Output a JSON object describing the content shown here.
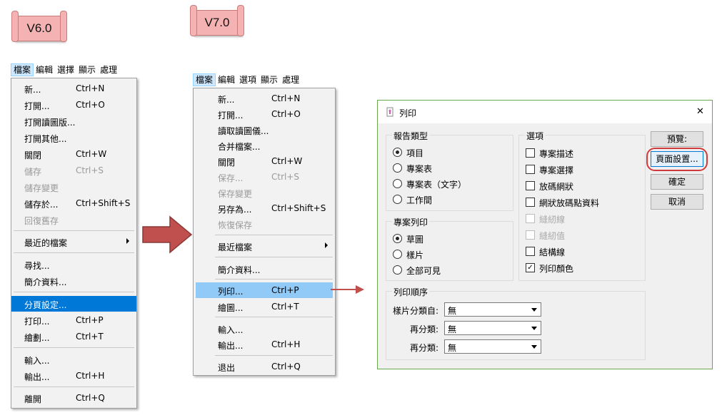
{
  "tags": {
    "v6": "V6.0",
    "v7": "V7.0"
  },
  "v6": {
    "menubar": [
      "檔案",
      "編輯",
      "選擇",
      "顯示",
      "處理"
    ],
    "items": [
      {
        "label": "新...",
        "shortcut": "Ctrl+N"
      },
      {
        "label": "打開...",
        "shortcut": "Ctrl+O"
      },
      {
        "label": "打開讀圖版...",
        "shortcut": ""
      },
      {
        "label": "打開其他...",
        "shortcut": ""
      },
      {
        "label": "關閉",
        "shortcut": "Ctrl+W"
      },
      {
        "label": "儲存",
        "shortcut": "Ctrl+S"
      },
      {
        "label": "儲存變更",
        "shortcut": ""
      },
      {
        "label": "儲存於...",
        "shortcut": "Ctrl+Shift+S"
      },
      {
        "label": "回復舊存",
        "shortcut": ""
      },
      {
        "label": "最近的檔案",
        "shortcut": ""
      },
      {
        "label": "尋找...",
        "shortcut": ""
      },
      {
        "label": "簡介資料...",
        "shortcut": ""
      },
      {
        "label": "分頁設定...",
        "shortcut": ""
      },
      {
        "label": "打印...",
        "shortcut": "Ctrl+P"
      },
      {
        "label": "繪劃...",
        "shortcut": "Ctrl+T"
      },
      {
        "label": "輸入...",
        "shortcut": ""
      },
      {
        "label": "輸出...",
        "shortcut": "Ctrl+H"
      },
      {
        "label": "離開",
        "shortcut": "Ctrl+Q"
      }
    ]
  },
  "v7": {
    "menubar": [
      "檔案",
      "編輯",
      "選項",
      "顯示",
      "處理"
    ],
    "items": [
      {
        "label": "新...",
        "shortcut": "Ctrl+N"
      },
      {
        "label": "打開...",
        "shortcut": "Ctrl+O"
      },
      {
        "label": "讀取讀圖儀...",
        "shortcut": ""
      },
      {
        "label": "合并檔案...",
        "shortcut": ""
      },
      {
        "label": "關閉",
        "shortcut": "Ctrl+W"
      },
      {
        "label": "保存...",
        "shortcut": "Ctrl+S"
      },
      {
        "label": "保存變更",
        "shortcut": ""
      },
      {
        "label": "另存為...",
        "shortcut": "Ctrl+Shift+S"
      },
      {
        "label": "恢復保存",
        "shortcut": ""
      },
      {
        "label": "最近檔案",
        "shortcut": ""
      },
      {
        "label": "簡介資料...",
        "shortcut": ""
      },
      {
        "label": "列印...",
        "shortcut": "Ctrl+P"
      },
      {
        "label": "繪圖...",
        "shortcut": "Ctrl+T"
      },
      {
        "label": "輸入...",
        "shortcut": ""
      },
      {
        "label": "輸出...",
        "shortcut": "Ctrl+H"
      },
      {
        "label": "退出",
        "shortcut": "Ctrl+Q"
      }
    ]
  },
  "dialog": {
    "title": "列印",
    "close": "✕",
    "report_type": {
      "title": "報告類型",
      "options": [
        "項目",
        "專案表",
        "專案表（文字）",
        "工作間"
      ],
      "selected": 0
    },
    "project_print": {
      "title": "專案列印",
      "options": [
        "草圖",
        "樣片",
        "全部可見"
      ],
      "selected": 0
    },
    "options": {
      "title": "選項",
      "items": [
        {
          "label": "專案描述",
          "checked": false,
          "disabled": false
        },
        {
          "label": "專案選擇",
          "checked": false,
          "disabled": false
        },
        {
          "label": "放碼網狀",
          "checked": false,
          "disabled": false
        },
        {
          "label": "網狀放碼點資料",
          "checked": false,
          "disabled": false
        },
        {
          "label": "縫紉線",
          "checked": false,
          "disabled": true
        },
        {
          "label": "縫紉值",
          "checked": false,
          "disabled": true
        },
        {
          "label": "結構線",
          "checked": false,
          "disabled": false
        },
        {
          "label": "列印顏色",
          "checked": true,
          "disabled": false
        }
      ]
    },
    "print_order": {
      "title": "列印順序",
      "rows": [
        {
          "label": "樣片分類自:",
          "value": "無"
        },
        {
          "label": "再分類:",
          "value": "無"
        },
        {
          "label": "再分類:",
          "value": "無"
        }
      ]
    },
    "buttons": {
      "preview": "預覽:",
      "page_setup": "頁面設置...",
      "ok": "確定",
      "cancel": "取消"
    }
  },
  "colors": {
    "highlight_blue": "#0078d7",
    "arrow_red": "#c0504d"
  }
}
